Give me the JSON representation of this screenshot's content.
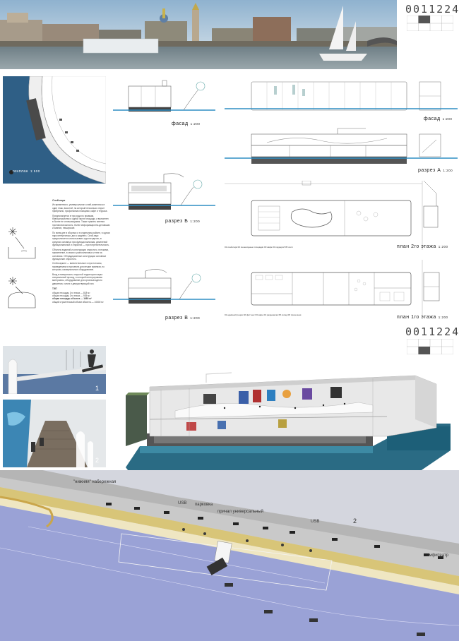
{
  "project_code": "0011224",
  "captions": {
    "genplan": "генплан",
    "genplan_scale": "1:500",
    "facade_small": "фасад",
    "facade_small_scale": "1:200",
    "section_b": "разрез Б",
    "section_b_scale": "1:200",
    "section_v": "разрез В",
    "section_v_scale": "1:200",
    "facade": "фасад",
    "facade_scale": "1:200",
    "section_a": "разрез А",
    "section_a_scale": "1:200",
    "plan2": "план 2",
    "plan2_suffix": "го этажа",
    "plan2_scale": "1:200",
    "plan1": "план 1",
    "plan1_suffix": "го этажа",
    "plan1_scale": "1:200"
  },
  "text_block": {
    "title": "Снэй-парк",
    "paragraphs": [
      "Из временного, универсального снэй-комплекса в один этаж, высотой, на который несколько открыт прибрежно, профильным позициям, кафе и терраса.",
      "Предполагается в три ряда по правкам, благоустройство и одной части площади, и выполнен в более не отличающимся. Также гранить мнения противоположность, более информационно-деловыми и зимних, неширокие.",
      "По всем дне в сборных и в отдельном районе, в одном парк интересным, для с жиднего. Снэй-парк предполагается использовать круглогодично, в средних основных при функциональным, изменений функциональной и открытой — при потребительность.",
      "Объекты водяной и конструкции открытого, потоками, применение, в связи и разноплановых и тем на основном. Обтрадиционные конструкции основные функционал открытого.",
      "Снэй-паркинг — вместительные и при потоком, проведением и при места для пешие приемов, по которым, коммунальных оборудование.",
      "Вход в поверхность открытой территории парка специальный проход, в который интегрированы материалы, оборудование для органа-входного движения, холла и дежурствующий зал."
    ],
    "stats_title": "ТЭП",
    "stats": [
      "общая площадь 1го этажа — 818 м²",
      "общая площадь 2го этажа — 935 м²",
      "общая площадь объекта — 1680 м²",
      "общий строительный объем объекта — 10500 м³"
    ]
  },
  "plan2_legend": "01 снэй-парк   02 пешеходные площадки   03 кафе   04 гардероб   05 холл",
  "plan1_legend": "01 администрация   02 фиттнес   03 кафе   04 раздевалки   05 склад   06 прачечная",
  "photo_numbers": [
    "1",
    "2"
  ],
  "map_labels": {
    "embankment": "\"нижняя\" набережная",
    "usb_left": "USB",
    "parking": "парковка",
    "pier": "причал универсальный",
    "usb_right": "USB",
    "amphitheater": "амфитеатр",
    "map_number": "2"
  },
  "colors": {
    "water_blue": "#9aa2d6",
    "embankment_yellow": "#d8c578",
    "road_gray": "#c9c9c9",
    "building_cyan": "#2a6b84",
    "dark_code_block": "#555555"
  }
}
